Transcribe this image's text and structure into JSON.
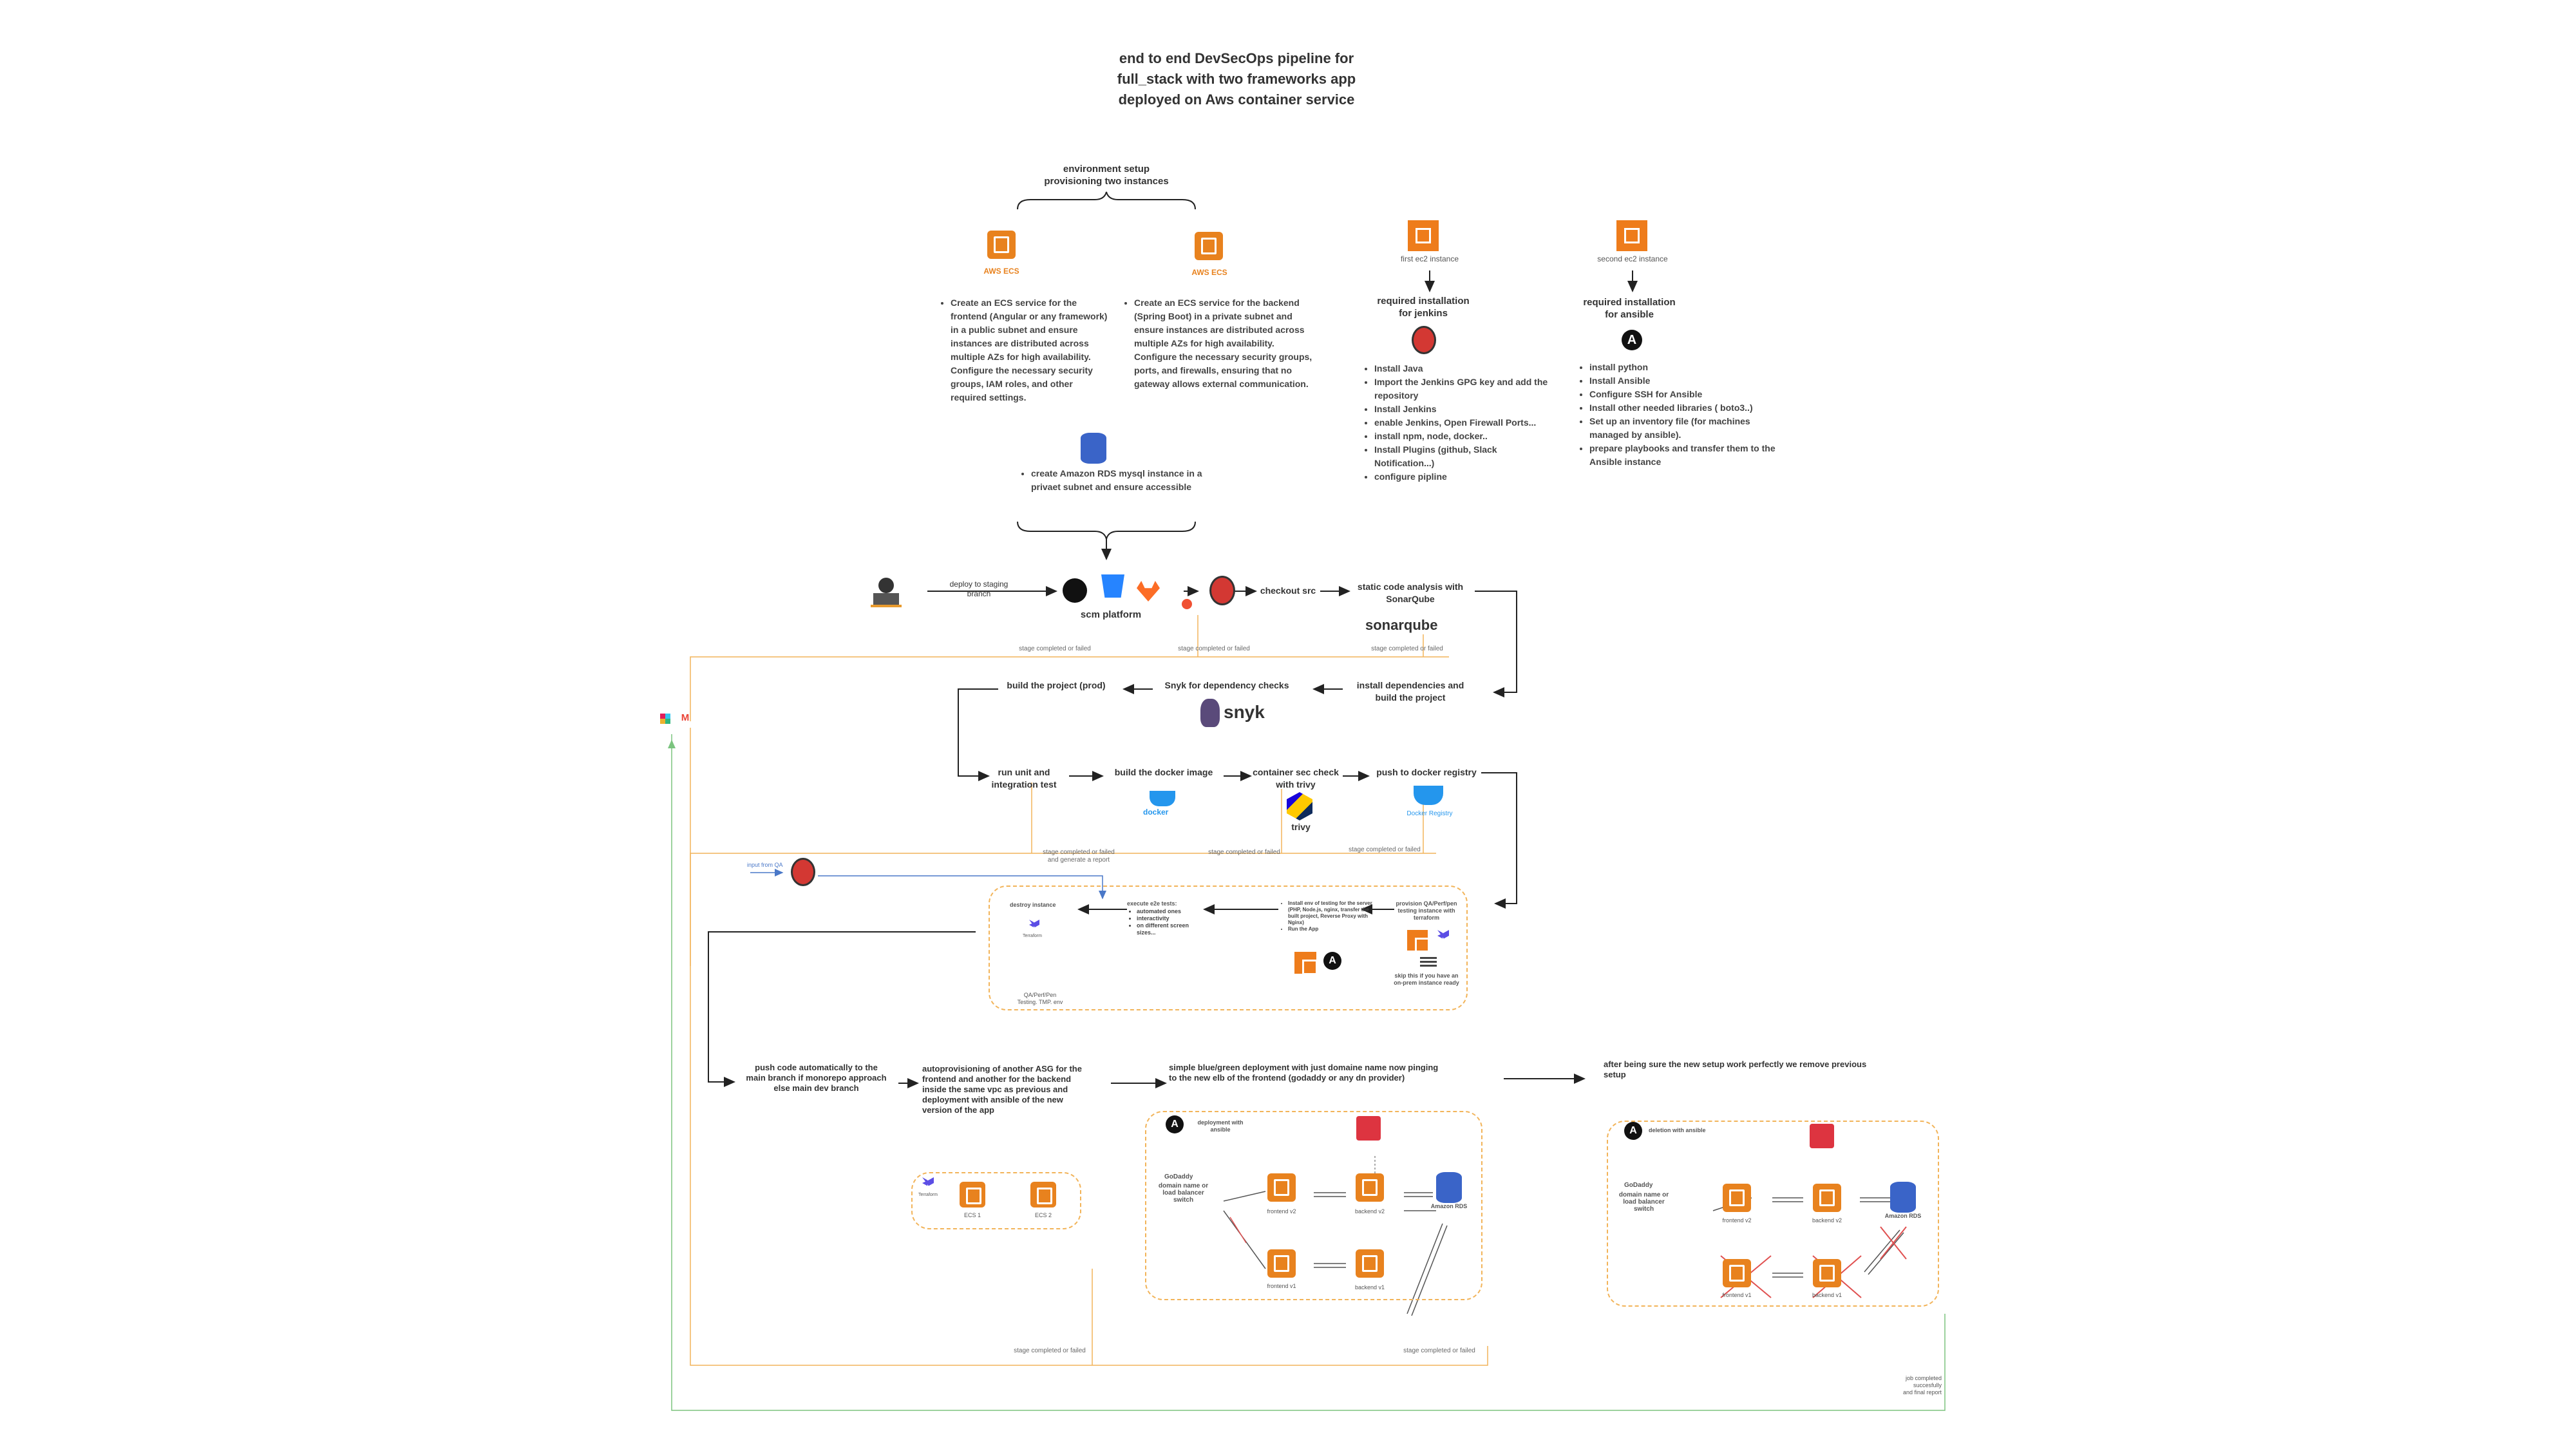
{
  "title": [
    "end to end DevSecOps pipeline for",
    "full_stack with two frameworks app",
    "deployed on Aws container service"
  ],
  "env_setup": [
    "environment setup",
    "provisioning two instances"
  ],
  "aws_ecs_label": "AWS ECS",
  "frontend_ecs_text": [
    "Create an ECS service for the frontend (Angular or any framework) in a public subnet and ensure instances are distributed across multiple AZs for high availability. Configure the necessary security groups, IAM roles, and other required settings."
  ],
  "backend_ecs_text": [
    "Create an ECS service for the backend (Spring Boot) in a private subnet and ensure instances are distributed across multiple AZs for high availability. Configure the necessary security groups, ports, and firewalls, ensuring that no gateway allows external communication."
  ],
  "rds_text": [
    "create Amazon RDS mysql instance in a privaet subnet and ensure accessible"
  ],
  "first_ec2": {
    "label": "first ec2 instance",
    "title": [
      "required installation",
      "for jenkins"
    ],
    "items": [
      "Install Java",
      "Import the Jenkins GPG key and add the repository",
      "Install Jenkins",
      "enable Jenkins, Open Firewall Ports...",
      "install npm, node, docker..",
      "Install Plugins (github, Slack Notification...)",
      "configure pipline"
    ]
  },
  "second_ec2": {
    "label": "second ec2 instance",
    "title": [
      "required installation",
      "for ansible"
    ],
    "items": [
      "install python",
      "Install Ansible",
      "Configure SSH for Ansible",
      "Install other needed libraries ( boto3..)",
      "Set up an inventory file (for machines managed by ansible).",
      "prepare playbooks and transfer them to the Ansible instance"
    ]
  },
  "pipeline": {
    "deploy_staging": [
      "deploy to staging",
      "branch"
    ],
    "scm_platform": "scm platform",
    "checkout_src": "checkout src",
    "static_analysis": [
      "static code analysis with",
      "SonarQube"
    ],
    "sonarqube_logo": "sonarqube",
    "install_deps": [
      "install dependencies and",
      "build  the project"
    ],
    "snyk_checks": "Snyk for dependency checks",
    "snyk_logo": "snyk",
    "build_prod": "build  the project (prod)",
    "run_tests": [
      "run unit and",
      "integration test"
    ],
    "build_docker": "build the docker image",
    "docker_logo": "docker",
    "container_check": [
      "container sec check",
      "with trivy"
    ],
    "trivy_logo": "trivy",
    "push_registry": "push to docker registry",
    "docker_registry": "Docker Registry",
    "stage_completed": "stage completed or failed",
    "stage_completed_report": [
      "stage completed or failed",
      "and generate a report"
    ]
  },
  "qa": {
    "input_from_qa": "input from QA",
    "destroy_instance": "destroy instance",
    "execute_e2e": "execute e2e tests:",
    "e2e_items": [
      "automated ones",
      "interactivity",
      "on different screen sizes..."
    ],
    "install_tools": [
      "Install env of testing for the server (PHP, Node.js, nginx, transfer the built project, Reverse Proxy with Nginx)",
      "Run the App"
    ],
    "provision": [
      "provision QA/Perf/pen",
      "testing instance with",
      "terraform"
    ],
    "skip": [
      "skip this if you have an",
      "on-prem instance ready"
    ],
    "env_label": [
      "QA/Perf/Pen",
      "Testing. TMP. env"
    ],
    "terraform": "Terraform"
  },
  "deploy": {
    "push_code": [
      "push code automatically to the",
      "main branch if monorepo approach",
      "else main dev branch"
    ],
    "autoprovision": [
      "autoprovisioning of another ASG for the",
      "frontend and another for the backend",
      "inside the same vpc as previous and",
      "deployment with ansible of the new",
      "version of the app"
    ],
    "bluegreen": [
      "simple blue/green deployment with just domaine name now pinging",
      "to the new elb of the frontend (godaddy or any dn provider)"
    ],
    "after_sure": [
      "after being sure the new setup work perfectly we remove previous",
      "setup"
    ],
    "ecs1": "ECS 1",
    "ecs2": "ECS 2",
    "deployment_with_ansible": [
      "deployment with",
      "ansible"
    ],
    "deletion_with_ansible": "deletion with ansible",
    "godaddy": "GoDaddy",
    "domain_lb": [
      "domain name  or",
      "load balancer",
      "switch"
    ],
    "frontend_v2": "frontend v2",
    "backend_v2": "backend v2",
    "frontend_v1": "frontend v1",
    "backend_v1": "backend v1",
    "amazon_rds": "Amazon RDS",
    "job_completed": [
      "job completed",
      "succesfully",
      "and final report"
    ]
  },
  "colors": {
    "orange": "#e8821e",
    "dashed_border": "#f2b45a",
    "rds_blue": "#3a64c8",
    "feedback_green": "#7bc47f",
    "arrow": "#222222"
  }
}
